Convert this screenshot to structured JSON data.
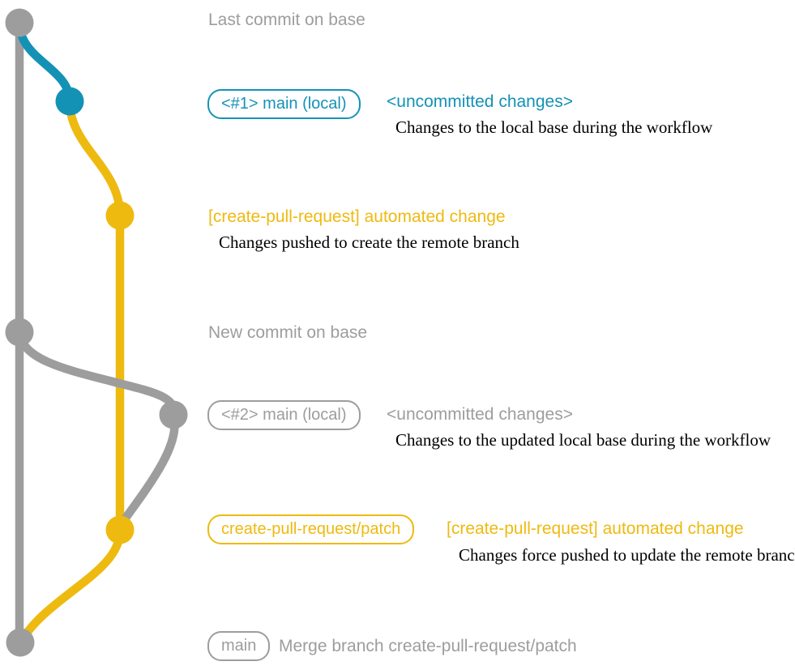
{
  "colors": {
    "gray": "#9d9d9d",
    "blue": "#1492b6",
    "yellow": "#eeba10",
    "description_text": "#000000",
    "background": "#ffffff"
  },
  "graph": {
    "nodes": [
      {
        "name": "last-commit-on-base",
        "color": "gray"
      },
      {
        "name": "local-main-commit-1",
        "color": "blue"
      },
      {
        "name": "create-pull-request-branch-commit-1",
        "color": "yellow"
      },
      {
        "name": "new-commit-on-base",
        "color": "gray"
      },
      {
        "name": "local-main-commit-2",
        "color": "gray"
      },
      {
        "name": "create-pull-request-branch-commit-2",
        "color": "yellow"
      },
      {
        "name": "merge-commit-on-base",
        "color": "gray"
      }
    ]
  },
  "annotations": {
    "last_commit": {
      "label": "Last commit on base"
    },
    "commit1": {
      "badge": "<#1> main (local)",
      "title": "<uncommitted changes>",
      "description": "Changes to the local base during the workflow"
    },
    "cpr1": {
      "title": "[create-pull-request] automated change",
      "description": "Changes pushed to create the remote branch"
    },
    "new_commit": {
      "label": "New commit on base"
    },
    "commit2": {
      "badge": "<#2> main (local)",
      "title": "<uncommitted changes>",
      "description": "Changes to the updated local base during the workflow"
    },
    "cpr2": {
      "badge": "create-pull-request/patch",
      "title": "[create-pull-request] automated change",
      "description": "Changes force pushed to update the remote branch"
    },
    "merge": {
      "badge": "main",
      "label": "Merge branch create-pull-request/patch"
    }
  }
}
